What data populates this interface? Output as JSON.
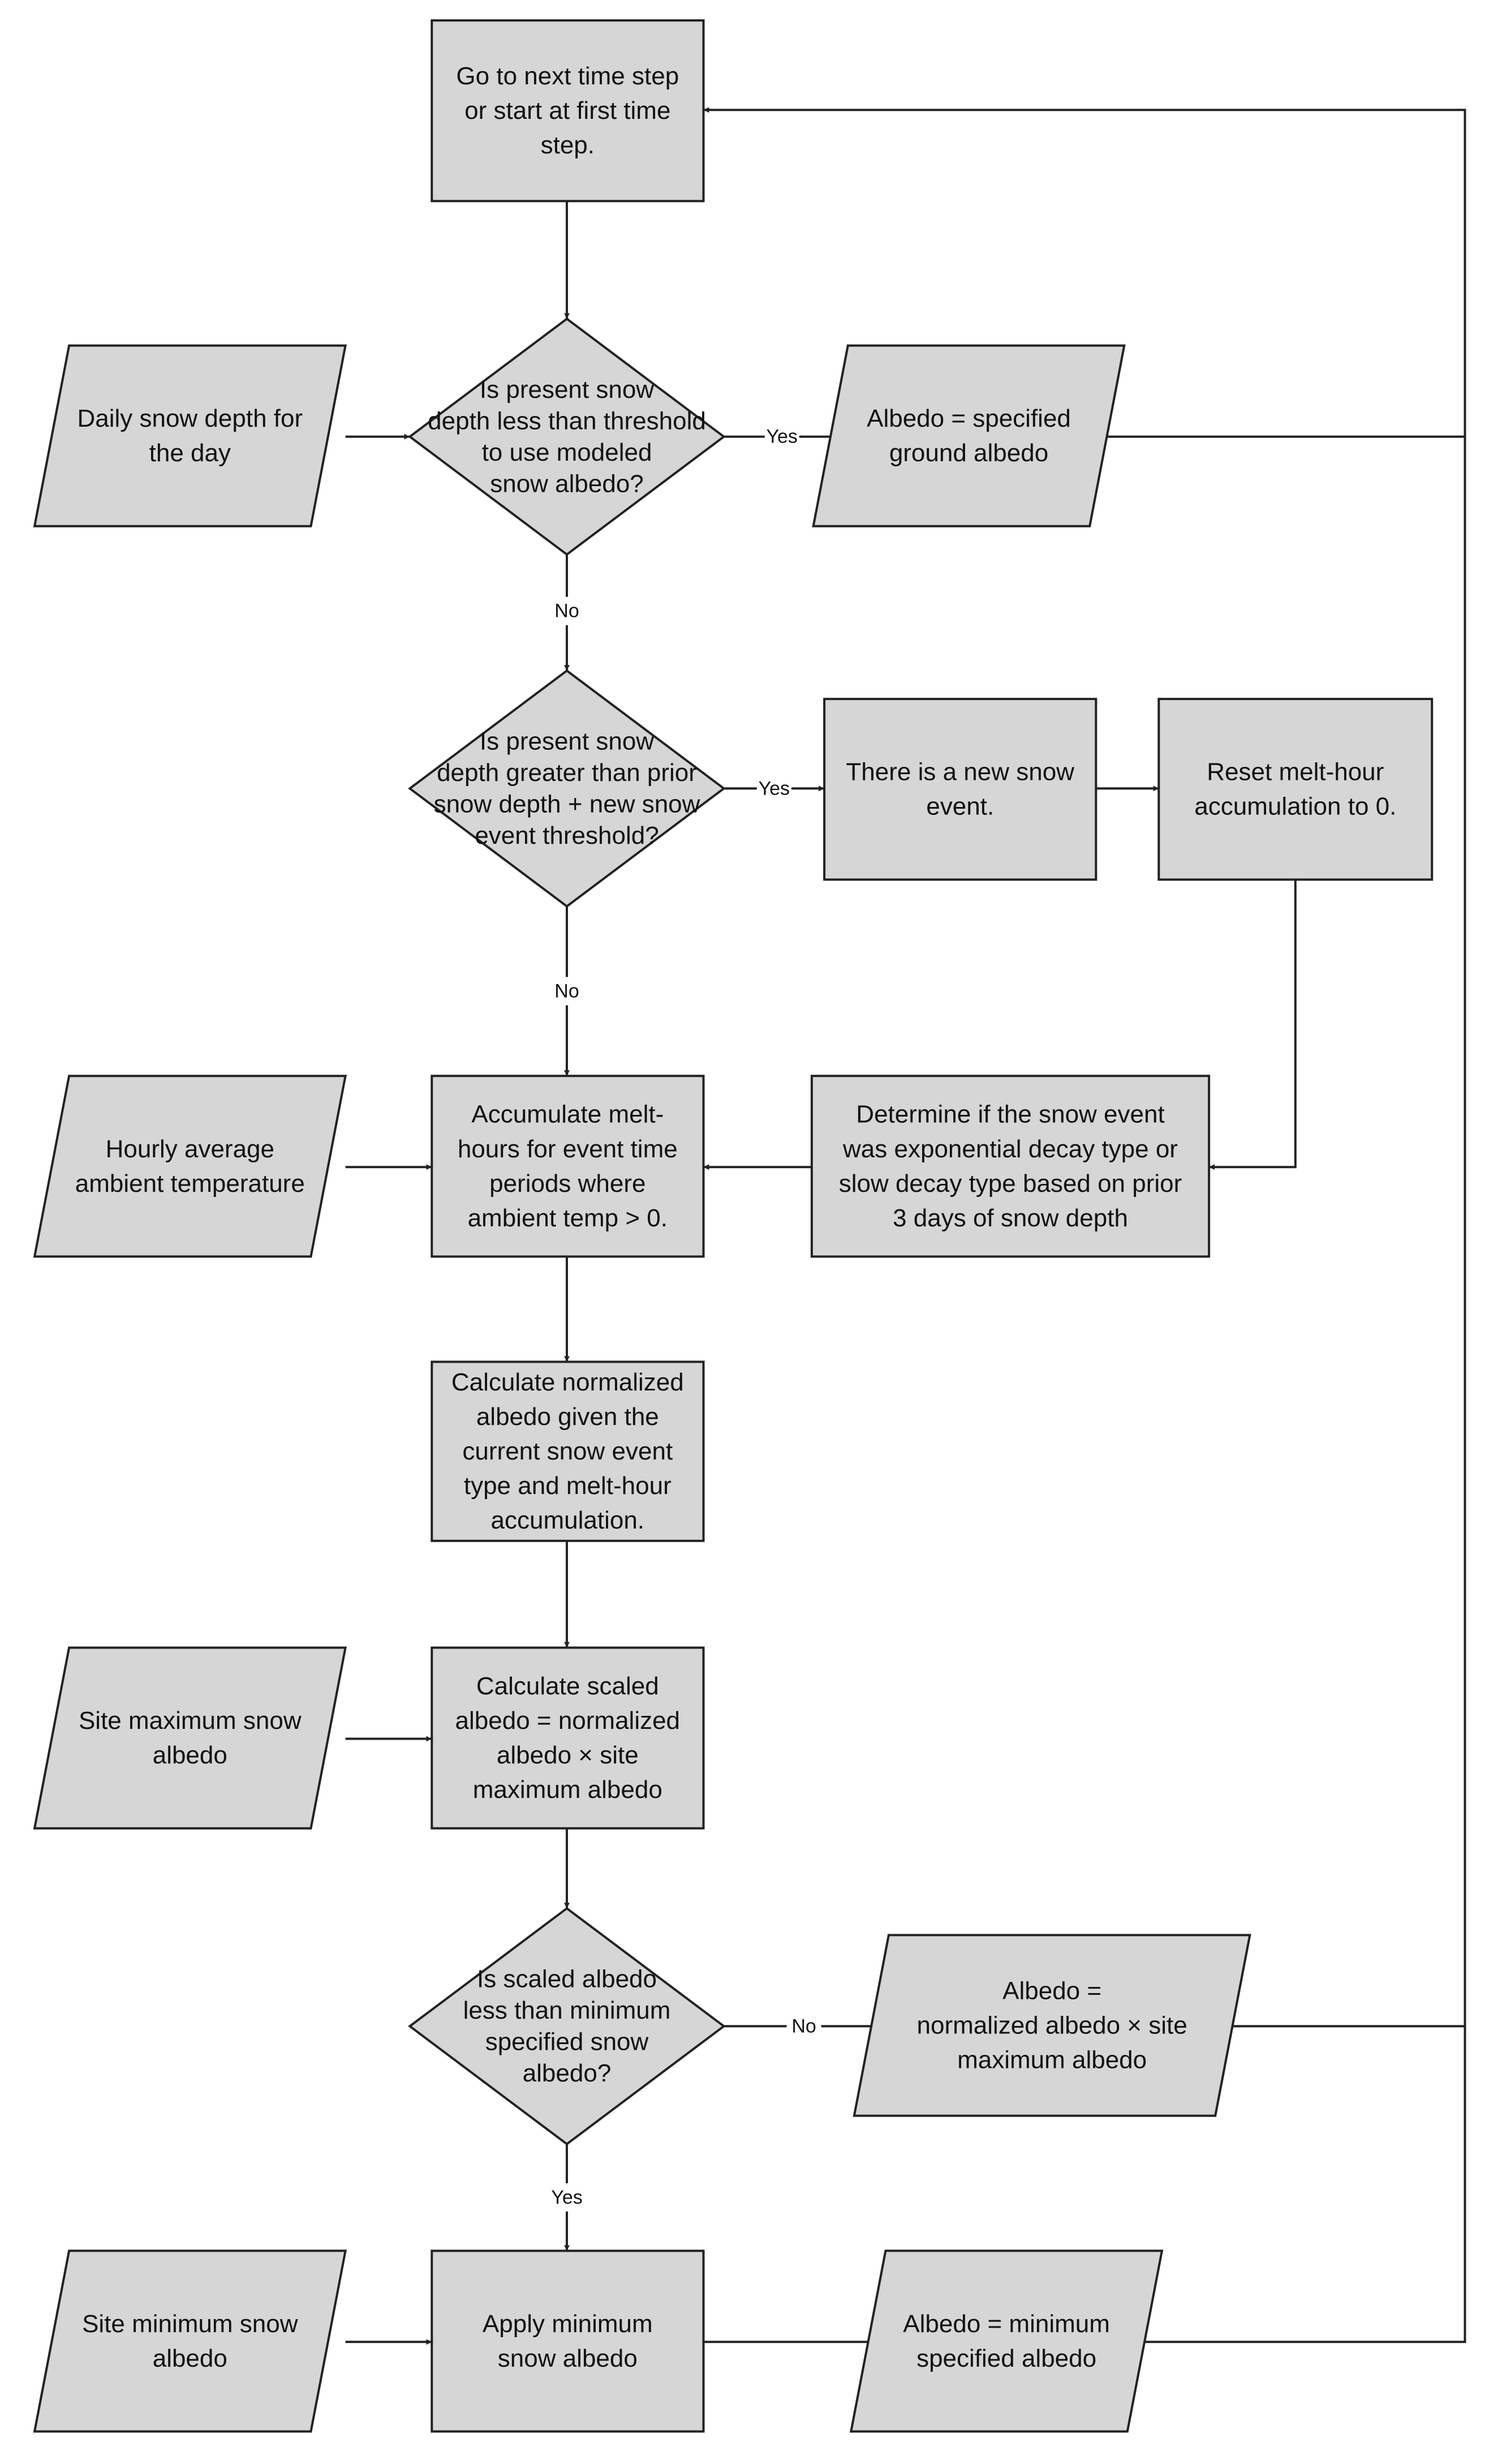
{
  "colors": {
    "shape_fill": "#d6d6d6",
    "stroke": "#222222",
    "background": "#ffffff"
  },
  "nodes": {
    "start": {
      "kind": "process",
      "lines": [
        "Go to next time step",
        "or start at first time",
        "step."
      ]
    },
    "daily_depth": {
      "kind": "input",
      "lines": [
        "Daily snow depth for",
        "the day"
      ]
    },
    "q_threshold": {
      "kind": "decision",
      "lines": [
        "Is present snow",
        "depth less than threshold",
        "to use modeled",
        "snow albedo?"
      ]
    },
    "ground_albedo": {
      "kind": "input",
      "lines": [
        "Albedo = specified",
        "ground albedo"
      ]
    },
    "q_new_event": {
      "kind": "decision",
      "lines": [
        "Is present snow",
        "depth greater than prior",
        "snow depth + new snow",
        "event threshold?"
      ]
    },
    "new_event": {
      "kind": "process",
      "lines": [
        "There is a new snow",
        "event."
      ]
    },
    "reset": {
      "kind": "process",
      "lines": [
        "Reset melt-hour",
        "accumulation to 0."
      ]
    },
    "hourly_temp": {
      "kind": "input",
      "lines": [
        "Hourly average",
        "ambient temperature"
      ]
    },
    "accumulate": {
      "kind": "process",
      "lines": [
        "Accumulate melt-",
        "hours for event time",
        "periods where",
        "ambient temp > 0."
      ]
    },
    "decay_type": {
      "kind": "process",
      "lines": [
        "Determine if the snow event",
        "was exponential decay type or",
        "slow decay type based on prior",
        "3 days of snow depth"
      ]
    },
    "normalized": {
      "kind": "process",
      "lines": [
        "Calculate normalized",
        "albedo given the",
        "current snow event",
        "type and melt-hour",
        "accumulation."
      ]
    },
    "site_max": {
      "kind": "input",
      "lines": [
        "Site maximum snow",
        "albedo"
      ]
    },
    "scaled": {
      "kind": "process",
      "lines": [
        "Calculate scaled",
        "albedo = normalized",
        "albedo × site",
        "maximum albedo"
      ]
    },
    "q_scaled": {
      "kind": "decision",
      "lines": [
        "Is scaled albedo",
        "less than minimum",
        "specified snow",
        "albedo?"
      ]
    },
    "albedo_norm": {
      "kind": "input",
      "lines": [
        "Albedo =",
        "normalized albedo × site",
        "maximum albedo"
      ]
    },
    "site_min": {
      "kind": "input",
      "lines": [
        "Site minimum snow",
        "albedo"
      ]
    },
    "apply_min": {
      "kind": "process",
      "lines": [
        "Apply minimum",
        "snow albedo"
      ]
    },
    "albedo_min": {
      "kind": "input",
      "lines": [
        "Albedo = minimum",
        "specified albedo"
      ]
    }
  },
  "edge_labels": {
    "yes": "Yes",
    "no": "No"
  }
}
